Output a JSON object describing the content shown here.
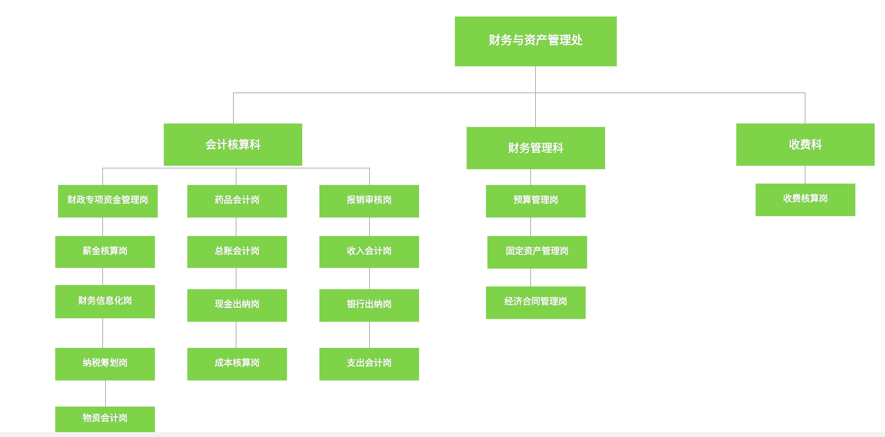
{
  "root": {
    "label": "财务与资产管理处"
  },
  "departments": [
    {
      "label": "会计核算科",
      "columns": [
        [
          "财政专项资金管理岗",
          "薪金核算岗",
          "财务信息化岗",
          "纳税筹划岗",
          "物资会计岗"
        ],
        [
          "药品会计岗",
          "总账会计岗",
          "现金出纳岗",
          "成本核算岗"
        ],
        [
          "报销审核岗",
          "收入会计岗",
          "银行出纳岗",
          "支出会计岗"
        ]
      ]
    },
    {
      "label": "财务管理科",
      "columns": [
        [
          "预算管理岗",
          "固定资产管理岗",
          "经济合同管理岗"
        ]
      ]
    },
    {
      "label": "收费科",
      "columns": [
        [
          "收费核算岗"
        ]
      ]
    }
  ],
  "colors": {
    "node": "#7ed348",
    "text": "#ffffff",
    "connector": "#a8a8a8"
  }
}
